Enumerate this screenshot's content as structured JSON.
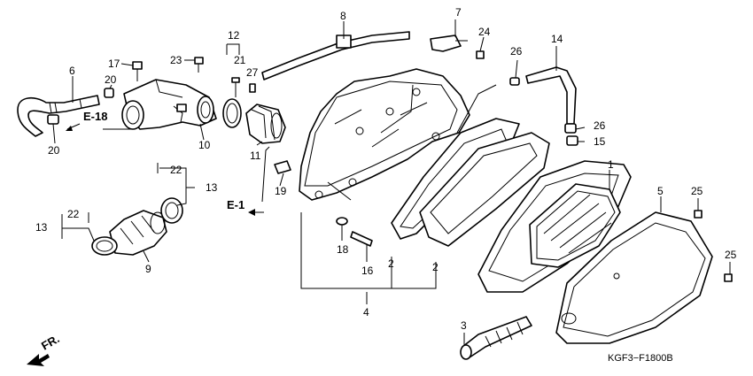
{
  "diagram": {
    "catalog_code": "KGF3−F1800B",
    "ref_e18": "E-18",
    "ref_e1": "E-1",
    "front_marker": "FR.",
    "labels": {
      "p1": "1",
      "p2a": "2",
      "p2b": "2",
      "p3": "3",
      "p4": "4",
      "p5": "5",
      "p6": "6",
      "p7": "7",
      "p8": "8",
      "p9": "9",
      "p10": "10",
      "p11": "11",
      "p12": "12",
      "p13a": "13",
      "p13b": "13",
      "p14": "14",
      "p15": "15",
      "p16": "16",
      "p17": "17",
      "p18": "18",
      "p19": "19",
      "p20a": "20",
      "p20b": "20",
      "p21": "21",
      "p22a": "22",
      "p22b": "22",
      "p23": "23",
      "p24": "24",
      "p25a": "25",
      "p25b": "25",
      "p26a": "26",
      "p26b": "26",
      "p27": "27"
    }
  }
}
